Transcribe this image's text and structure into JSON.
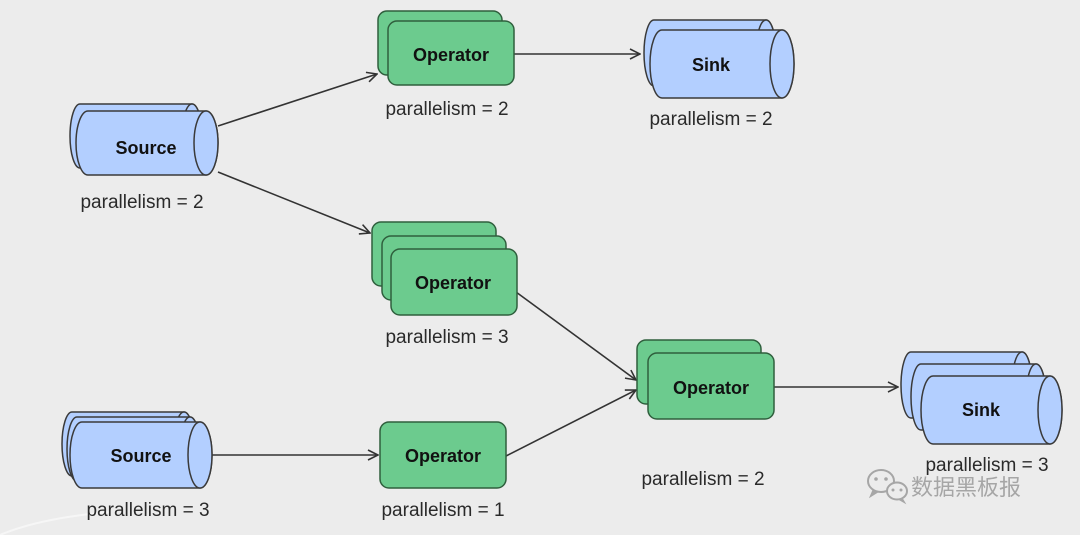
{
  "colors": {
    "background": "#ececec",
    "source_fill": "#b3cfff",
    "source_stroke": "#3a3a3a",
    "operator_fill": "#6ccb8e",
    "operator_stroke": "#2f5f3d",
    "edge": "#333333"
  },
  "top_flow": {
    "source": {
      "label": "Source",
      "parallelism": "parallelism = 2"
    },
    "operator_a": {
      "label": "Operator",
      "parallelism": "parallelism = 2"
    },
    "sink_a": {
      "label": "Sink",
      "parallelism": "parallelism = 2"
    },
    "operator_b": {
      "label": "Operator",
      "parallelism": "parallelism = 3"
    }
  },
  "bottom_flow": {
    "source": {
      "label": "Source",
      "parallelism": "parallelism = 3"
    },
    "operator_c": {
      "label": "Operator",
      "parallelism": "parallelism = 1"
    },
    "operator_d": {
      "label": "Operator",
      "parallelism": "parallelism = 2"
    },
    "sink_b": {
      "label": "Sink",
      "parallelism": "parallelism = 3"
    }
  },
  "watermark": {
    "text": "数据黑板报",
    "icon": "wechat-icon"
  }
}
